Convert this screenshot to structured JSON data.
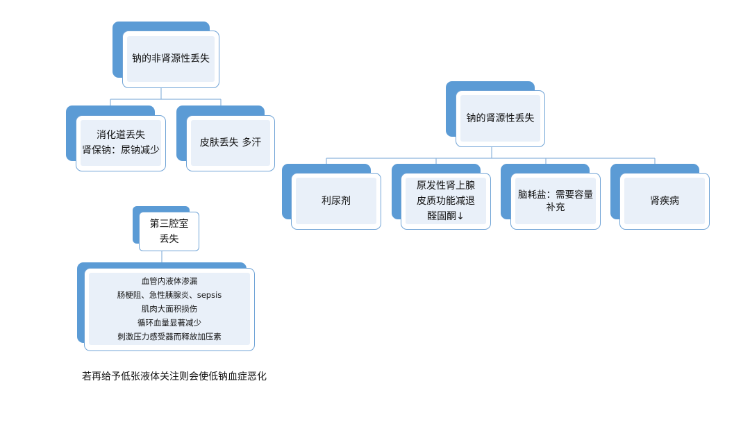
{
  "nonrenal": {
    "root": [
      "钠的非肾源性丢失"
    ],
    "children": [
      [
        "消化道丢失",
        "肾保钠：尿钠减少"
      ],
      [
        "皮肤丢失 多汗"
      ]
    ]
  },
  "renal": {
    "root": [
      "钠的肾源性丢失"
    ],
    "children": [
      [
        "利尿剂"
      ],
      [
        "原发性肾上腺",
        "皮质功能减退",
        "醛固酮↓"
      ],
      [
        "脑耗盐：需要容量",
        "补充"
      ],
      [
        "肾疾病"
      ]
    ]
  },
  "third_space": {
    "title": [
      "第三腔室",
      "丢失"
    ],
    "details": [
      "血管内液体渗漏",
      "肠梗阻、急性胰腺炎、sepsis",
      "肌肉大面积损伤",
      "循环血量显著减少",
      "刺激压力感受器而释放加压素"
    ]
  },
  "note": "若再给予低张液体关注则会使低钠血症恶化",
  "colors": {
    "accent": "#5b9bd5",
    "border": "#6fa3d6",
    "fill": "#e9f0f9",
    "connector": "#8cb3dc"
  }
}
